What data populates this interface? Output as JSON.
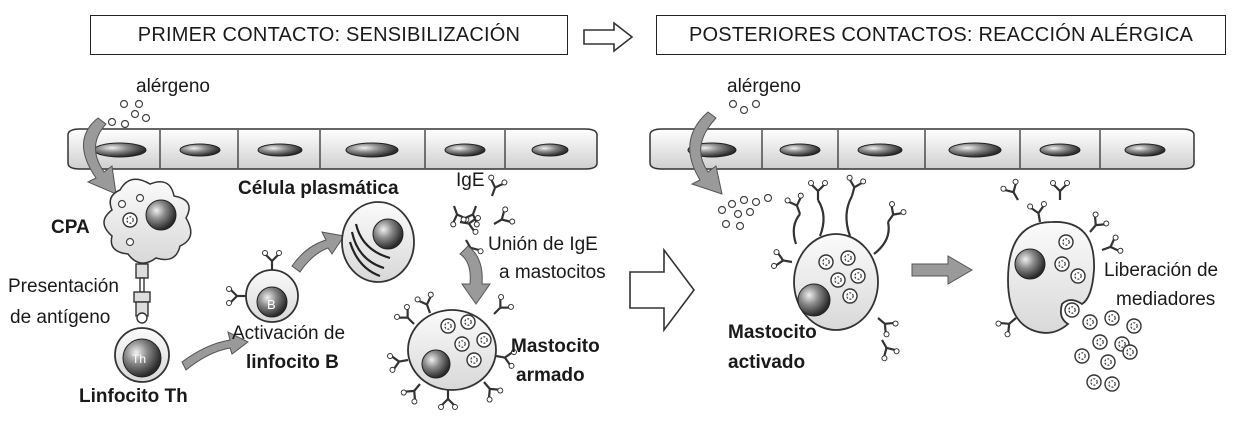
{
  "titles": {
    "first": "PRIMER CONTACTO: SENSIBILIZACIÓN",
    "later": "POSTERIORES CONTACTOS: REACCIÓN ALÉRGICA"
  },
  "labels": {
    "alergeno_left": "alérgeno",
    "alergeno_right": "alérgeno",
    "cpa": "CPA",
    "presentacion_1": "Presentación",
    "presentacion_2": "de antígeno",
    "linfocito_th": "Linfocito Th",
    "th_mark": "Th",
    "b_mark": "B",
    "activacion_1": "Activación de",
    "activacion_2": "linfocito B",
    "celula_plasmatica": "Célula plasmática",
    "ige": "IgE",
    "union_1": "Unión de  IgE",
    "union_2": "a mastocitos",
    "mastocito_armado_1": "Mastocito",
    "mastocito_armado_2": "armado",
    "mastocito_activado_1": "Mastocito",
    "mastocito_activado_2": "activado",
    "liberacion_1": "Liberación de",
    "liberacion_2": "mediadores"
  }
}
